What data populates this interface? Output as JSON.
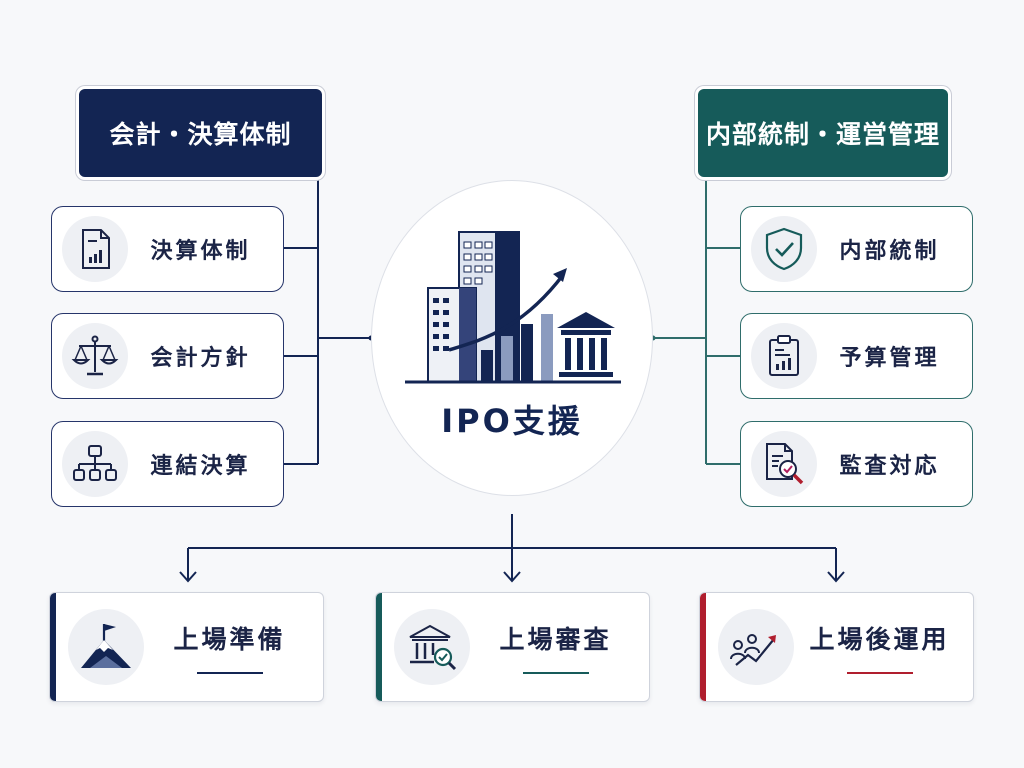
{
  "hub": {
    "label": "IPO支援"
  },
  "left_group": {
    "title": "会計・決算体制",
    "color": "#132553",
    "items": [
      {
        "label": "決算体制",
        "icon": "document-chart-icon"
      },
      {
        "label": "会計方針",
        "icon": "balance-scale-icon"
      },
      {
        "label": "連結決算",
        "icon": "org-chart-icon"
      }
    ]
  },
  "right_group": {
    "title": "内部統制・運営管理",
    "color": "#165b5a",
    "items": [
      {
        "label": "内部統制",
        "icon": "shield-check-icon"
      },
      {
        "label": "予算管理",
        "icon": "clipboard-chart-icon"
      },
      {
        "label": "監査対応",
        "icon": "document-search-icon"
      }
    ]
  },
  "stages": [
    {
      "label": "上場準備",
      "icon": "mountain-flag-icon",
      "accent": "#132553"
    },
    {
      "label": "上場審査",
      "icon": "bank-search-icon",
      "accent": "#165b5a"
    },
    {
      "label": "上場後運用",
      "icon": "people-growth-icon",
      "accent": "#b01e2e"
    }
  ]
}
